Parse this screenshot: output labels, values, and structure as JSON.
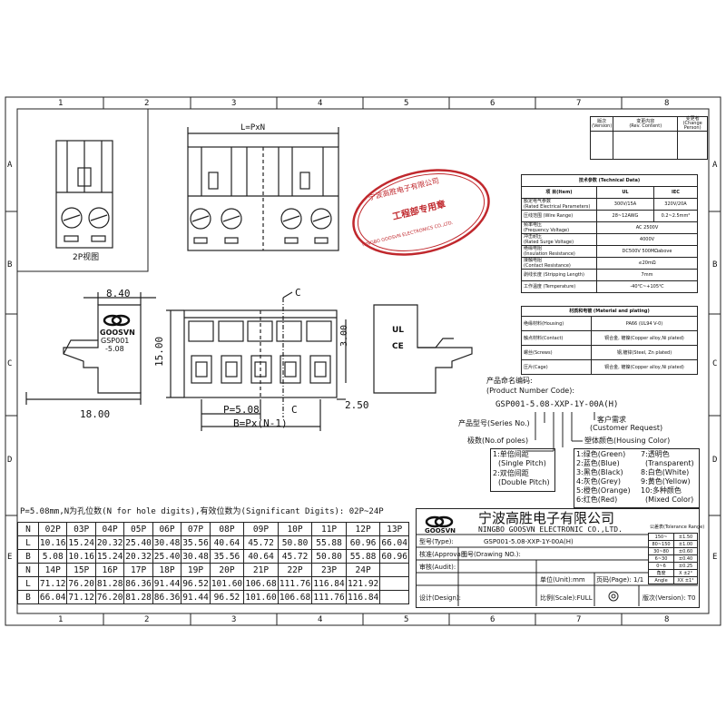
{
  "grid": {
    "columns": [
      "1",
      "2",
      "3",
      "4",
      "5",
      "6",
      "7",
      "8"
    ],
    "rows": [
      "A",
      "B",
      "C",
      "D",
      "E"
    ]
  },
  "revision_table": {
    "headers": [
      "版次",
      "变更内容",
      "变更者"
    ],
    "sub_headers": [
      "(Version)",
      "(Rev. Content)",
      "(Change Person)"
    ]
  },
  "views": {
    "view_2p_label": "2P视图",
    "dim_length": "L=PxN",
    "dim_840": "8.40",
    "dim_1800": "18.00",
    "dim_1500": "15.00",
    "dim_300": "3.00",
    "dim_250": "2.50",
    "dim_p": "P=5.08",
    "dim_b": "B=Px(N-1)",
    "section_c1": "C",
    "section_c2": "C",
    "brand_side": "GOOSVN",
    "part_side": "GSP001",
    "pitch_side": "-5.08",
    "cert_ul": "UL",
    "cert_ce": "CE"
  },
  "stamp": {
    "center": "工程部专用章",
    "top": "宁波高胜电子有限公司",
    "bottom": "NINGBO GOOSVN ELECTRONICS CO.,LTD."
  },
  "technical_data": {
    "title": "技术参数 (Technical Data)",
    "header": [
      "项 目(Item)",
      "UL",
      "IEC"
    ],
    "rows": [
      {
        "label": "额定电气参数",
        "sub": "(Rated Electrical Parameters)",
        "ul": "300V/15A",
        "iec": "320V/20A"
      },
      {
        "label": "压线范围 (Wire Range)",
        "sub": "",
        "ul": "28~12AWG",
        "iec": "0.2~2.5mm²"
      },
      {
        "label": "频率电压",
        "sub": "(Frequency Voltage)",
        "ul": "AC 2500V",
        "iec": ""
      },
      {
        "label": "冲击耐压",
        "sub": "(Rated Surge Voltage)",
        "ul": "4000V",
        "iec": ""
      },
      {
        "label": "绝缘电阻",
        "sub": "(Insulation Resistance)",
        "ul": "DC500V 500MΩabove",
        "iec": ""
      },
      {
        "label": "接触电阻",
        "sub": "(Contact Resistance)",
        "ul": "≤20mΩ",
        "iec": ""
      },
      {
        "label": "剥线长度 (Stripping Length)",
        "sub": "",
        "ul": "7mm",
        "iec": ""
      },
      {
        "label": "工作温度 (Temperature)",
        "sub": "",
        "ul": "-40℃~+105℃",
        "iec": ""
      }
    ]
  },
  "material": {
    "title": "材质和电镀 (Material and plating)",
    "rows": [
      {
        "label": "绝缘材料(Housing)",
        "value": "PA66 (UL94 V-0)"
      },
      {
        "label": "触点材料(Contact)",
        "value": "铜合金, 镀镍(Copper alloy,Ni plated)"
      },
      {
        "label": "螺丝(Screws)",
        "value": "钢,镀锌(Steel, Zn plated)"
      },
      {
        "label": "压片(Cage)",
        "value": "铜合金, 镀镍(Copper alloy,Ni plated)"
      }
    ]
  },
  "naming": {
    "title": "产品命名编码:",
    "title_en": "(Product Number Code):",
    "code": "GSP001-5.08-XXP-1Y-00A(H)",
    "customer": "客户需求",
    "customer_en": "(Customer Request)",
    "series": "产品型号(Series No.)",
    "color_title": "塑体颜色(Housing Color)",
    "poles": "极数(No.of poles)",
    "pitch_options": [
      "1:单倍间距",
      "(Single Pitch)",
      "2:双倍间距",
      "(Double Pitch)"
    ],
    "colors_left": [
      "1:绿色(Green)",
      "2:蓝色(Blue)",
      "3:黑色(Black)",
      "4:灰色(Grey)",
      "5:橙色(Orange)",
      "6:红色(Red)"
    ],
    "colors_right": [
      "7:透明色",
      "(Transparent)",
      "8:白色(White)",
      "9:黄色(Yellow)",
      "10:多种颜色",
      "(Mixed Color)"
    ]
  },
  "pin_table": {
    "title": "P=5.08mm,N为孔位数(N for hole digits),有效位数为(Significant Digits): 02P~24P",
    "rows": [
      [
        "N",
        "02P",
        "03P",
        "04P",
        "05P",
        "06P",
        "07P",
        "08P",
        "09P",
        "10P",
        "11P",
        "12P",
        "13P"
      ],
      [
        "L",
        "10.16",
        "15.24",
        "20.32",
        "25.40",
        "30.48",
        "35.56",
        "40.64",
        "45.72",
        "50.80",
        "55.88",
        "60.96",
        "66.04"
      ],
      [
        "B",
        "5.08",
        "10.16",
        "15.24",
        "20.32",
        "25.40",
        "30.48",
        "35.56",
        "40.64",
        "45.72",
        "50.80",
        "55.88",
        "60.96"
      ],
      [
        "N",
        "14P",
        "15P",
        "16P",
        "17P",
        "18P",
        "19P",
        "20P",
        "21P",
        "22P",
        "23P",
        "24P",
        ""
      ],
      [
        "L",
        "71.12",
        "76.20",
        "81.28",
        "86.36",
        "91.44",
        "96.52",
        "101.60",
        "106.68",
        "111.76",
        "116.84",
        "121.92",
        ""
      ],
      [
        "B",
        "66.04",
        "71.12",
        "76.20",
        "81.28",
        "86.36",
        "91.44",
        "96.52",
        "101.60",
        "106.68",
        "111.76",
        "116.84",
        ""
      ]
    ]
  },
  "title_block": {
    "brand": "GOOSVN",
    "company_cn": "宁波高胜电子有限公司",
    "company_en": "NINGBO GOOSVN ELECTRONIC CO.,LTD.",
    "type_label": "型号(Type):",
    "type_value": "GSP001-5.08-XXP-1Y-00A(H)",
    "approval": "核准(Approval):",
    "drawing_no": "图号(Drawing NO.):",
    "audit": "审核(Audit):",
    "unit": "单位(Unit):mm",
    "page": "页码(Page): 1/1",
    "design": "设计(Design):",
    "scale": "比例(Scale):FULL",
    "version": "版次(Version): T0",
    "tolerance_title": "公差表(Tolerance Range)",
    "tolerance": [
      [
        "150~",
        "±1.50"
      ],
      [
        "80~150",
        "±1.00"
      ],
      [
        "30~80",
        "±0.60"
      ],
      [
        "6~30",
        "±0.40"
      ],
      [
        "0~6",
        "±0.25"
      ],
      [
        "角度",
        "X ±2°"
      ],
      [
        "Angle",
        "XX ±1°"
      ]
    ]
  },
  "colors": {
    "stamp": "#c0282d",
    "line": "#222222"
  }
}
